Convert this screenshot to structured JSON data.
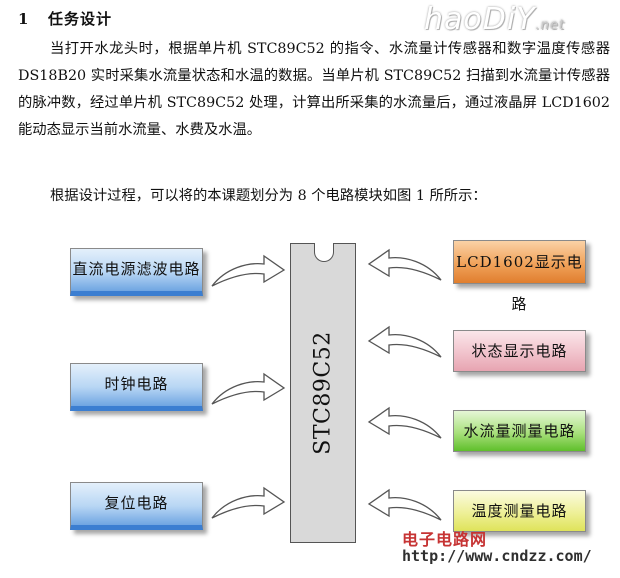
{
  "heading": {
    "number": "1",
    "title": "任务设计"
  },
  "logo": {
    "main": "haoDiY",
    "suffix": ".net"
  },
  "paragraph1": "当打开水龙头时，根据单片机 STC89C52 的指令、水流量计传感器和数字温度传感器 DS18B20 实时采集水流量状态和水温的数据。当单片机 STC89C52 扫描到水流量计传感器的脉冲数，经过单片机 STC89C52 处理，计算出所采集的水流量后，通过液晶屏 LCD1602 能动态显示当前水流量、水费及水温。",
  "paragraph2": "根据设计过程，可以将的本课题划分为 8 个电路模块如图 1 所所示：",
  "diagram": {
    "mcu": "STC89C52",
    "left_modules": [
      "直流电源滤波电路",
      "时钟电路",
      "复位电路"
    ],
    "right_modules": [
      "LCD1602显示电路",
      "状态显示电路",
      "水流量测量电路",
      "温度测量电路"
    ],
    "colors": {
      "left": "#6fa5e2",
      "lcd": "#f0a25a",
      "status": "#f1c3cc",
      "flow": "#5fbf2b",
      "temp": "#dfe35a"
    }
  },
  "watermark": {
    "site_cn": "电子电路网",
    "url": "http://www.cndzz.com/"
  }
}
